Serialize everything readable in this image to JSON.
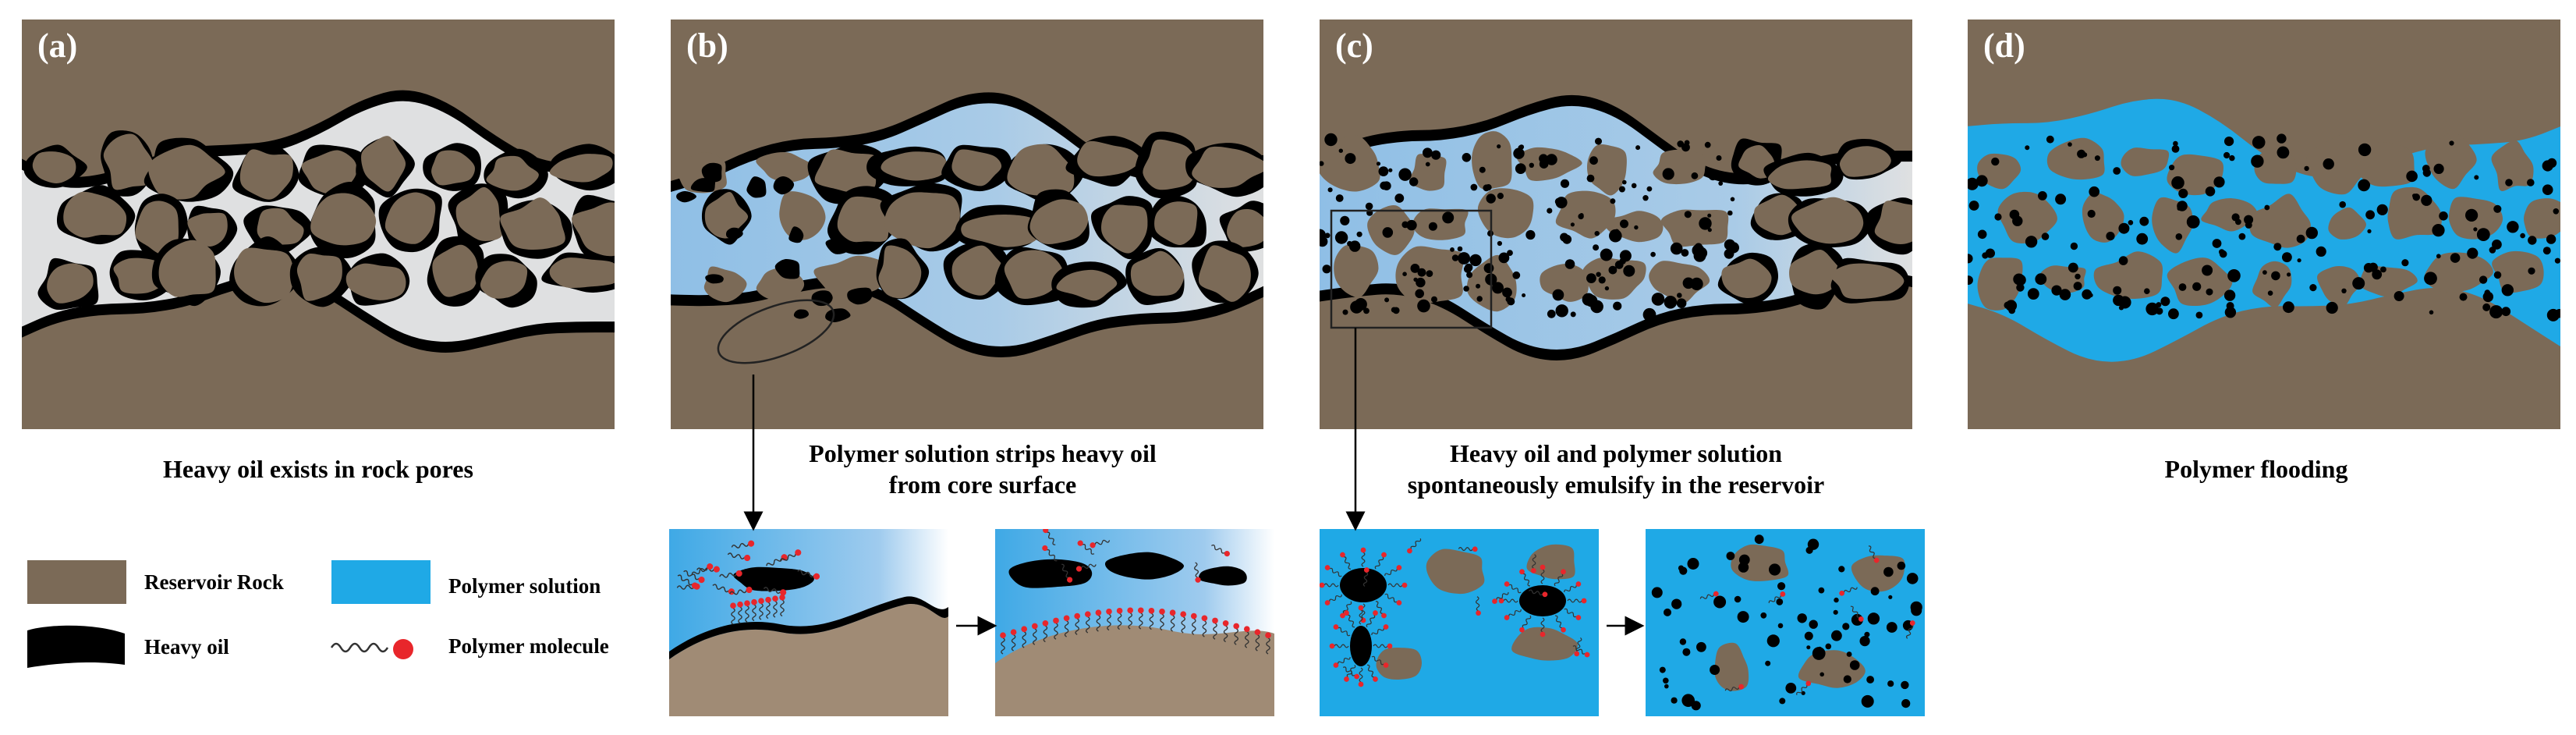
{
  "colors": {
    "rock": "#7b6a57",
    "rock_light": "#a08b75",
    "oil": "#000000",
    "pore_gray": "#dfe0e1",
    "polymer_light": "#8fbfe6",
    "polymer": "#1fa9e6",
    "polymer_head": "#e8262b"
  },
  "panels": [
    {
      "label": "(a)",
      "caption_lines": [
        "Heavy oil exists in rock pores"
      ]
    },
    {
      "label": "(b)",
      "caption_lines": [
        "Polymer solution strips heavy oil",
        "from core surface"
      ]
    },
    {
      "label": "(c)",
      "caption_lines": [
        "Heavy oil and polymer solution",
        "spontaneously emulsify in the reservoir"
      ]
    },
    {
      "label": "(d)",
      "caption_lines": [
        "Polymer flooding"
      ]
    }
  ],
  "legend": {
    "reservoir_rock": "Reservoir Rock",
    "polymer_solution": "Polymer solution",
    "heavy_oil": "Heavy oil",
    "polymer_molecule": "Polymer molecule"
  }
}
